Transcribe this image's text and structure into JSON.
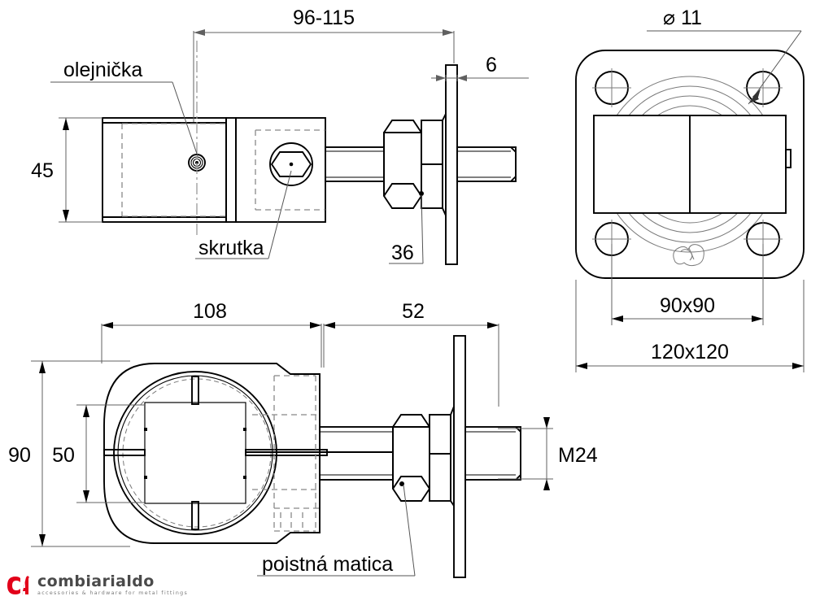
{
  "drawing": {
    "title": "Technical drawing - swivel bracket / hinge assembly",
    "views": {
      "front": {
        "name": "front-elevation-view"
      },
      "plate": {
        "name": "mounting-plate-view"
      },
      "plan": {
        "name": "plan-view"
      }
    }
  },
  "dimensions": {
    "length_range": "96-115",
    "plate_thickness": "6",
    "body_height": "45",
    "nut_width": "36",
    "body_length": "108",
    "shaft_length": "52",
    "plan_width": "90",
    "inner_width": "50",
    "thread": "M24",
    "hole_diameter": "⌀ 11",
    "bolt_pattern": "90x90",
    "plate_size": "120x120"
  },
  "labels": {
    "oiler": "olejnička",
    "screw": "skrutka",
    "locknut": "poistná matica"
  },
  "branding": {
    "mark": "CA",
    "name": "combiarialdo",
    "tagline": "accessories & hardware for metal fittings",
    "mark_color": "#e2001a",
    "name_color": "#4a4a4a",
    "tagline_color": "#7a7a7a"
  },
  "colors": {
    "line": "#000000",
    "thin_line": "#7a7a7a",
    "hidden_line": "#888888",
    "background": "#ffffff"
  }
}
